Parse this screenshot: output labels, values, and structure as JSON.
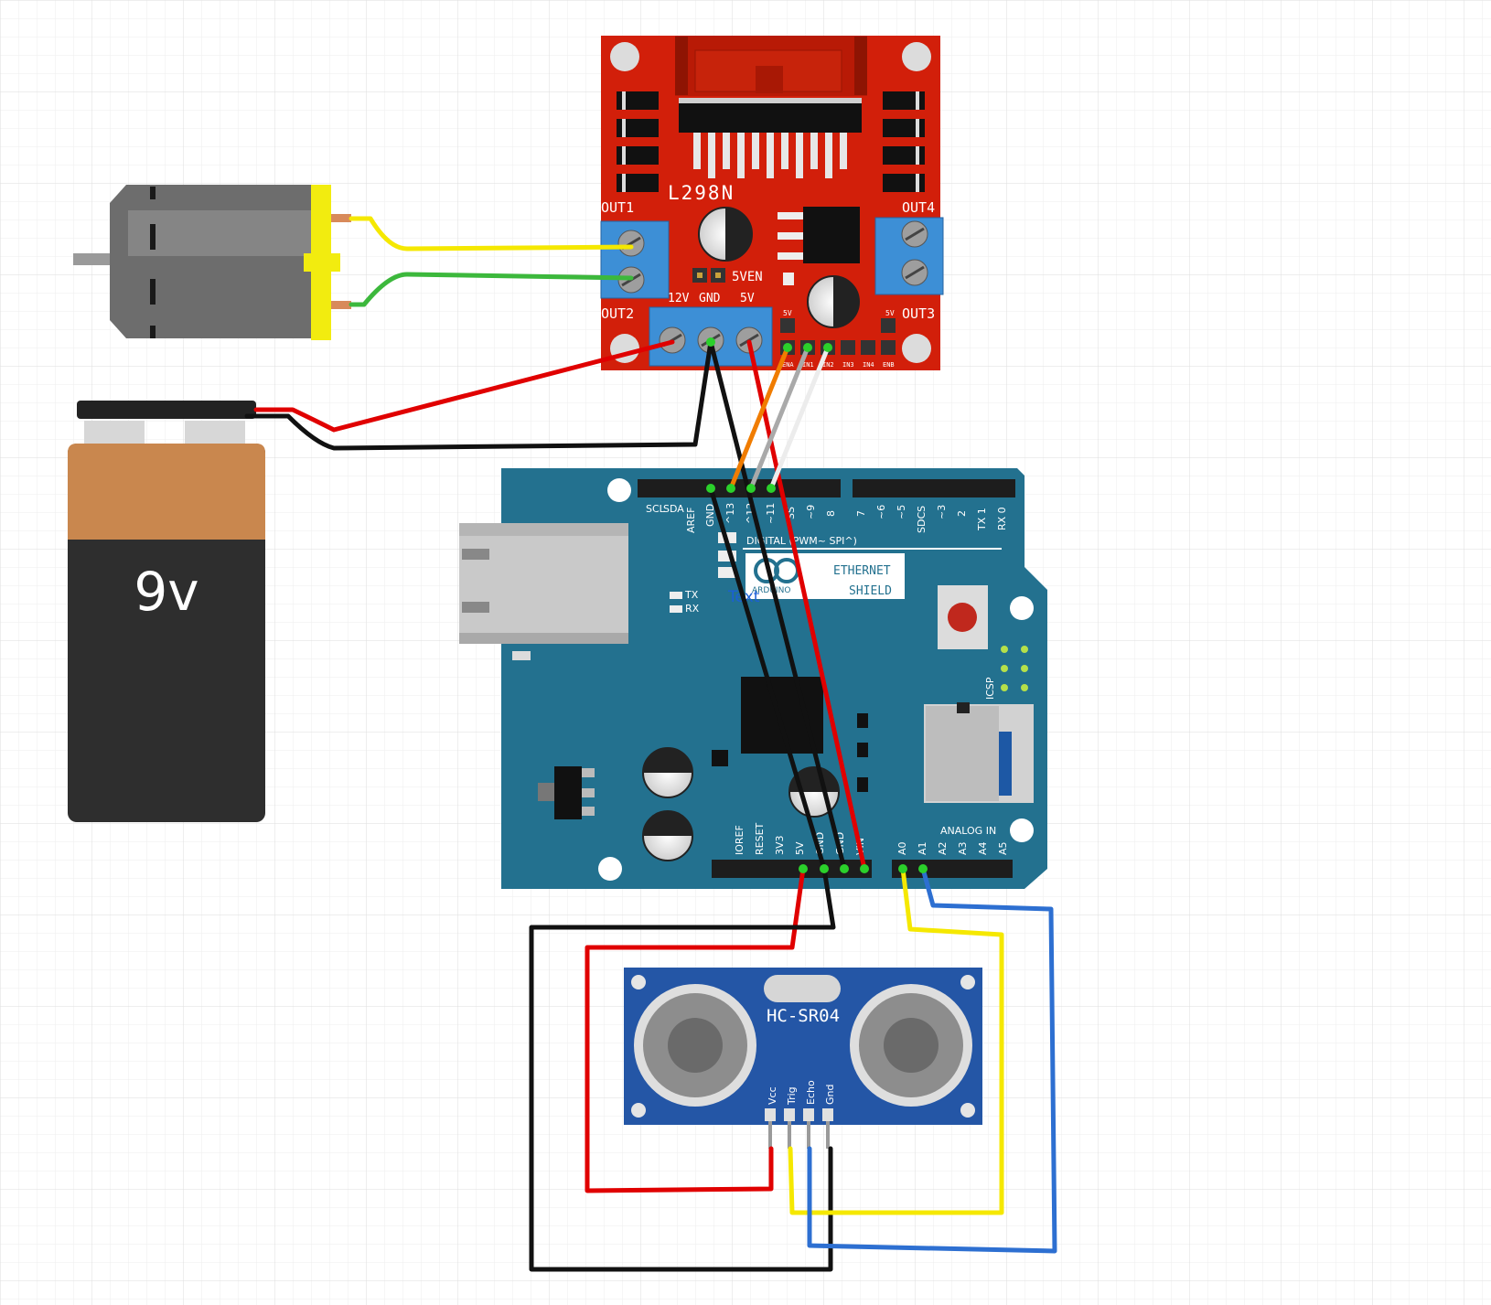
{
  "driver": {
    "chip": "L298N",
    "out1": "OUT1",
    "out2": "OUT2",
    "out3": "OUT3",
    "out4": "OUT4",
    "enable_jumper": "5VEN",
    "power_labels": [
      "12V",
      "GND",
      "5V"
    ],
    "small_5v_left": "5V",
    "small_5v_right": "5V",
    "logic_pins": [
      "ENA",
      "IN1",
      "IN2",
      "IN3",
      "IN4",
      "ENB"
    ]
  },
  "battery": {
    "label": "9v"
  },
  "shield": {
    "title_line1": "ETHERNET",
    "title_line2": "SHIELD",
    "digital_header_label": "DIGITAL (PWM~ SPI^)",
    "digital_pins_left": [
      "SCL",
      "SDA",
      "AREF",
      "GND",
      "^13",
      "^12",
      "~11",
      "SS",
      "~9",
      "8"
    ],
    "digital_pins_right": [
      "7",
      "~6",
      "~5",
      "SDCS",
      "~3",
      "2",
      "TX 1",
      "RX 0"
    ],
    "power_pins": [
      "IOREF",
      "RESET",
      "3V3",
      "5V",
      "GND",
      "GND",
      "VIN"
    ],
    "analog_header_label": "ANALOG IN",
    "analog_pins": [
      "A0",
      "A1",
      "A2",
      "A3",
      "A4",
      "A5"
    ],
    "icsp_label": "ICSP",
    "tx_label": "TX",
    "rx_label": "RX",
    "brand_text": "ARDUINO",
    "overlay_text": "Text"
  },
  "sensor": {
    "name": "HC-SR04",
    "pins": [
      "Vcc",
      "Trig",
      "Echo",
      "Gnd"
    ]
  },
  "colors": {
    "driver_board": "#d21f0a",
    "shield_board": "#23718f",
    "sensor_board": "#2456a6",
    "terminal_block": "#3d8fd6",
    "motor_cap": "#f2ec0f",
    "motor_body": "#6d6d6d",
    "wire_red": "#e00000",
    "wire_black": "#111111",
    "wire_yellow": "#f5e800",
    "wire_blue": "#2d6fd1",
    "wire_green": "#3cb83c",
    "wire_orange": "#f07c00",
    "wire_gray": "#a9a9a9",
    "wire_white": "#ececec"
  }
}
